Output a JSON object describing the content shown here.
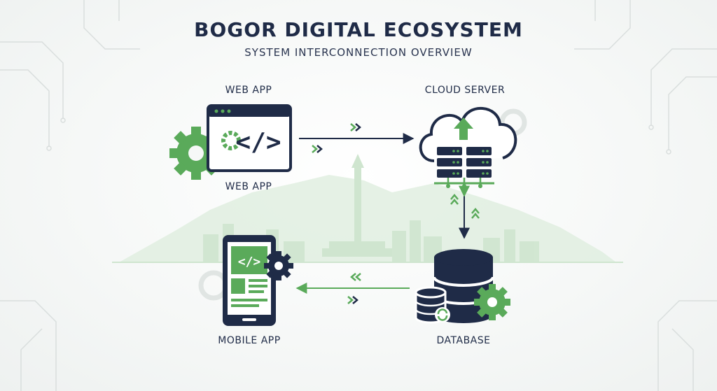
{
  "header": {
    "title": "BOGOR DIGITAL ECOSYSTEM",
    "subtitle": "SYSTEM INTERCONNECTION OVERVIEW"
  },
  "nodes": {
    "web_app": {
      "label_top": "WEB APP",
      "label_bottom": "WEB APP",
      "code_glyph": "</>"
    },
    "cloud_server": {
      "label": "CLOUD SERVER"
    },
    "mobile_app": {
      "label": "MOBILE APP",
      "code_glyph": "</>"
    },
    "database": {
      "label": "DATABASE"
    }
  },
  "colors": {
    "navy": "#1f2b47",
    "green": "#5aaa5a",
    "light_green": "#cfe5cf",
    "background": "#f6f8f7"
  }
}
